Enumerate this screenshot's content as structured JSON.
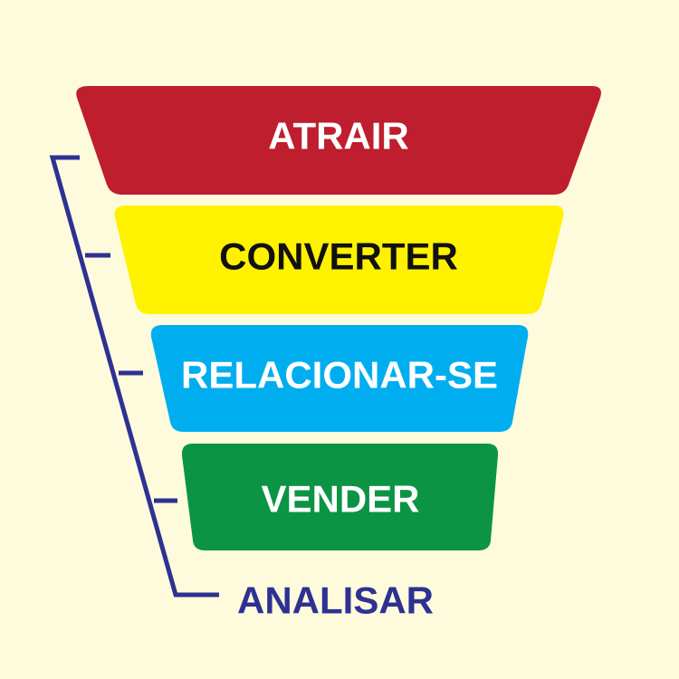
{
  "funnel": {
    "stages": [
      {
        "label": "ATRAIR",
        "color": "#be1e2d",
        "text_color": "#ffffff"
      },
      {
        "label": "CONVERTER",
        "color": "#fff200",
        "text_color": "#111111"
      },
      {
        "label": "RELACIONAR-SE",
        "color": "#00aeef",
        "text_color": "#ffffff"
      },
      {
        "label": "VENDER",
        "color": "#0b9444",
        "text_color": "#ffffff"
      }
    ]
  },
  "analysis": {
    "label": "ANALISAR",
    "color": "#2e3192"
  },
  "background_color": "#fdfbdc"
}
